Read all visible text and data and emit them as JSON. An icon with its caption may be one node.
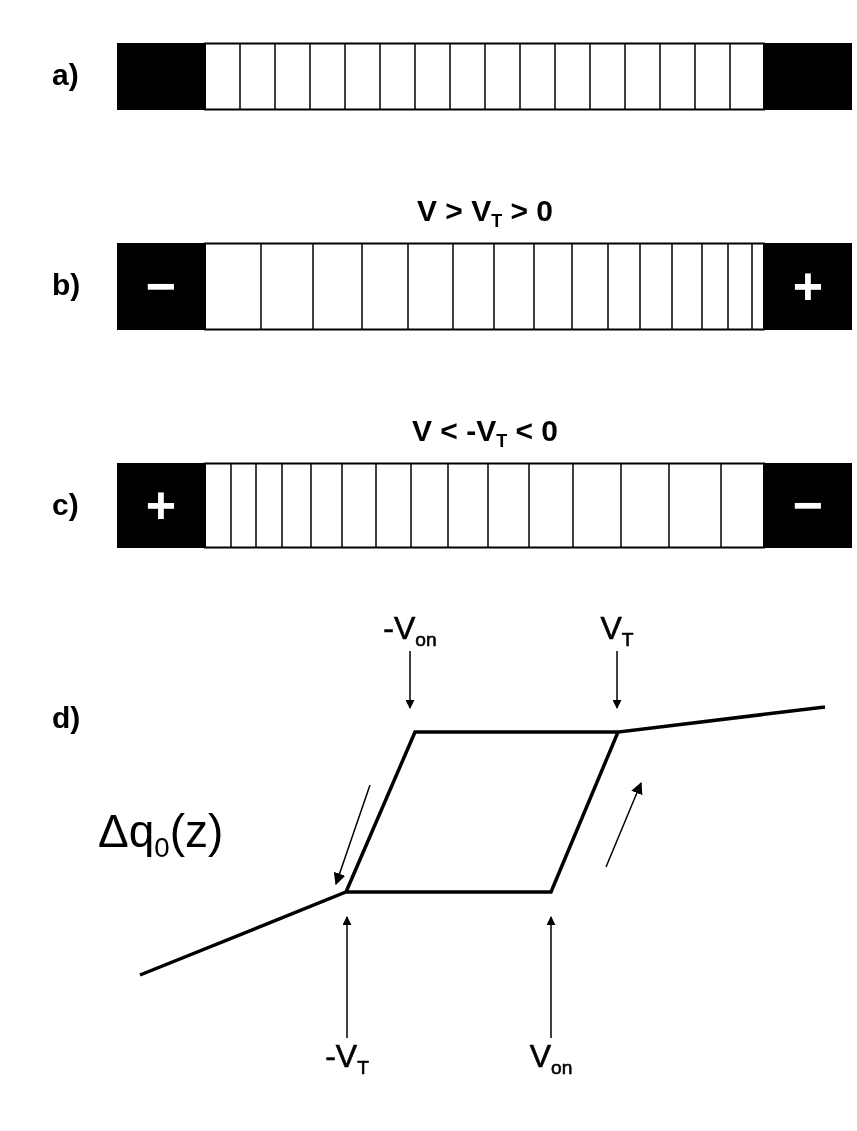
{
  "diagram": {
    "nodes": [
      {
        "text": [
          "-V$_{on}$"
        ]
      },
      {
        "text": [
          "V$_{T}$"
        ]
      },
      {
        "text": [
          "-V$_{T}$"
        ]
      },
      {
        "text": [
          "V$_{on}$"
        ]
      }
    ],
    "edges": [
      {
        "from": 0,
        "to": null,
        "arrow": "to"
      },
      {
        "from": 1,
        "to": null,
        "arrow": "to"
      },
      {
        "from": 2,
        "to": null,
        "arrow": "to"
      },
      {
        "from": 3,
        "to": null,
        "arrow": "to"
      }
    ],
    "labels": [
      "a)",
      "V > V$_{T}$ > 0",
      "b)",
      "−",
      "+",
      "V < -V$_{T}$ < 0",
      "c)",
      "+",
      "−",
      "d)",
      "Δq$_{0}$(z)"
    ]
  }
}
